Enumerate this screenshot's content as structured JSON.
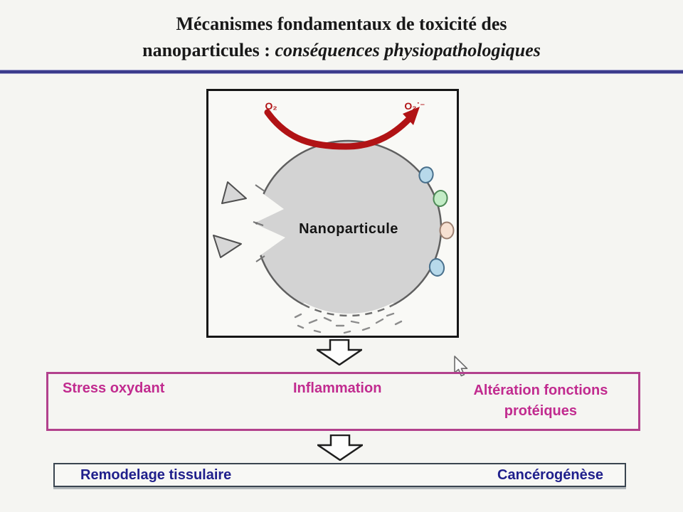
{
  "title": {
    "line1": "Mécanismes fondamentaux de toxicité des",
    "line2_plain": "nanoparticules : ",
    "line2_italic": "conséquences physiopathologiques"
  },
  "diagram": {
    "o2_label_left": "O₂",
    "o2_label_right": "O₂˙⁻",
    "nanoparticle_label": "Nanoparticule"
  },
  "consequences": {
    "item1": "Stress oxydant",
    "item2": "Inflammation",
    "item3_line1": "Altération fonctions",
    "item3_line2": "protéiques"
  },
  "outcomes": {
    "left": "Remodelage tissulaire",
    "right": "Cancérogénèse"
  },
  "colors": {
    "accent_red": "#b11315",
    "magenta_text": "#c12b8f",
    "pink_border": "#b2418d",
    "navy_text": "#20208c",
    "title_rule_navy": "#3b3b8c",
    "circle_fill": "#d3d3d3",
    "blob_blue": "#b7d9ea",
    "blob_green": "#c3ecc6",
    "blob_peach": "#f7e1d2"
  }
}
